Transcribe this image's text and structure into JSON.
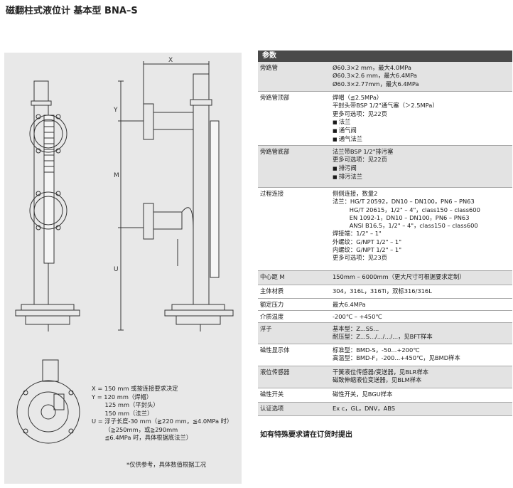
{
  "title": "磁翻柱式液位计 基本型 BNA–S",
  "dimensions": {
    "x": "X",
    "y": "Y",
    "m": "M",
    "u": "U"
  },
  "notes": [
    "X = 150 mm 或按连接要求决定",
    "Y = 120 mm（焊帽）",
    "       125 mm（平封头）",
    "       150 mm（法兰）",
    "U = 浮子长度-30 mm（≧220 mm，≦4.0MPa 时）",
    "       （≧250mm，或≧290mm",
    "       ≦6.4MPa 时，具体根据底法兰）"
  ],
  "footnote": "*仅供参考，具体数值根据工况",
  "params_header": "参数",
  "rows": [
    {
      "label": "旁路管",
      "lines": [
        "Ø60.3×2 mm，最大4.0MPa",
        "Ø60.3×2.6 mm，最大6.4MPa",
        "Ø60.3×2.77mm，最大6.4MPa"
      ],
      "bullets": []
    },
    {
      "label": "旁路管顶部",
      "lines": [
        "焊帽（≦2.5MPa）",
        "平封头带BSP 1/2\"通气塞（＞2.5MPa）",
        "更多可选项：见22页"
      ],
      "bullets": [
        "法兰",
        "通气阀",
        "通气法兰"
      ]
    },
    {
      "label": "旁路管底部",
      "lines": [
        "法兰带BSP 1/2\"排污塞",
        "更多可选项：见22页"
      ],
      "bullets": [
        "排污阀",
        "排污法兰"
      ]
    },
    {
      "label": "过程连接",
      "lines": [
        "侧侧连接，数量2",
        "法兰：HG/T 20592，DN10 – DN100，PN6 – PN63",
        "         HG/T 20615，1/2\" – 4\"，class150 – class600",
        "         EN 1092-1，DN10 – DN100，PN6 – PN63",
        "         ANSI B16.5，1/2\" – 4\"，class150 – class600",
        "焊接端：1/2\" – 1\"",
        "外螺纹：G/NPT 1/2\" – 1\"",
        "内螺纹：G/NPT 1/2\" – 1\"",
        "更多可选项：见23页"
      ],
      "bullets": []
    },
    {
      "label": "中心距 M",
      "lines": [
        "150mm – 6000mm（更大尺寸可根据要求定制）"
      ],
      "bullets": []
    },
    {
      "label": "主体材质",
      "lines": [
        "304，316L，316Ti，双标316/316L"
      ],
      "bullets": []
    },
    {
      "label": "额定压力",
      "lines": [
        "最大6.4MPa"
      ],
      "bullets": []
    },
    {
      "label": "介质温度",
      "lines": [
        "-200℃ – +450℃"
      ],
      "bullets": []
    },
    {
      "label": "浮子",
      "lines": [
        "基本型：Z...SS...",
        "耐压型：Z...S.../.../.../...，见BFT样本"
      ],
      "bullets": []
    },
    {
      "label": "磁性显示体",
      "lines": [
        "标准型：BMD-S，-50...+200℃",
        "高温型：BMD-F，-200...+450℃，见BMD样本"
      ],
      "bullets": []
    },
    {
      "label": "液位传感器",
      "lines": [
        "干簧液位传感器/变送器，见BLR样本",
        "磁致伸缩液位变送器，见BLM样本"
      ],
      "bullets": []
    },
    {
      "label": "磁性开关",
      "lines": [
        "磁性开关，见BGU样本"
      ],
      "bullets": []
    },
    {
      "label": "认证选项",
      "lines": [
        "Ex c，GL，DNV，ABS"
      ],
      "bullets": []
    }
  ],
  "closing_note": "如有特殊要求请在订货时提出"
}
